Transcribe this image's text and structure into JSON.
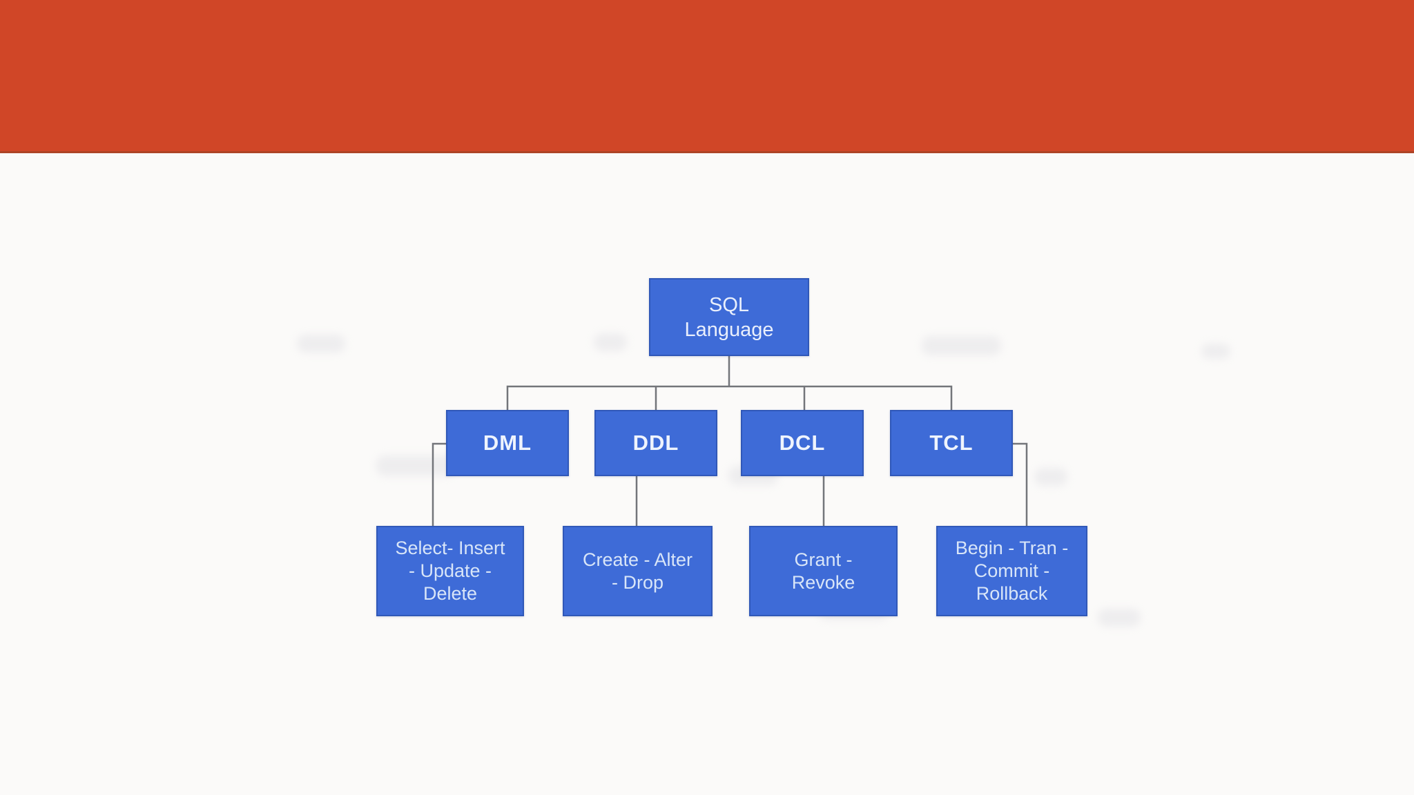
{
  "slide": {
    "banner_color": "#d04627",
    "background_color": "#fbfaf9"
  },
  "diagram": {
    "root": {
      "label": "SQL Language",
      "lines": [
        "SQL",
        "Language"
      ]
    },
    "level2": [
      {
        "label": "DML"
      },
      {
        "label": "DDL"
      },
      {
        "label": "DCL"
      },
      {
        "label": "TCL"
      }
    ],
    "level3": [
      {
        "label": "Select- Insert - Update - Delete",
        "lines": [
          "Select- Insert",
          "- Update -",
          "Delete"
        ]
      },
      {
        "label": "Create - Alter - Drop",
        "lines": [
          "Create - Alter",
          "- Drop"
        ]
      },
      {
        "label": "Grant - Revoke",
        "lines": [
          "Grant -",
          "Revoke"
        ]
      },
      {
        "label": "Begin - Tran - Commit - Rollback",
        "lines": [
          "Begin - Tran -",
          "Commit -",
          "Rollback"
        ]
      }
    ]
  },
  "colors": {
    "banner": "#d04627",
    "banner_bottom_edge": "#ad4426",
    "node_fill": "#3e6bd7",
    "node_border": "#3058b8",
    "node_text": "#e9effc",
    "connector": "#73757a",
    "background": "#fbfaf9"
  }
}
